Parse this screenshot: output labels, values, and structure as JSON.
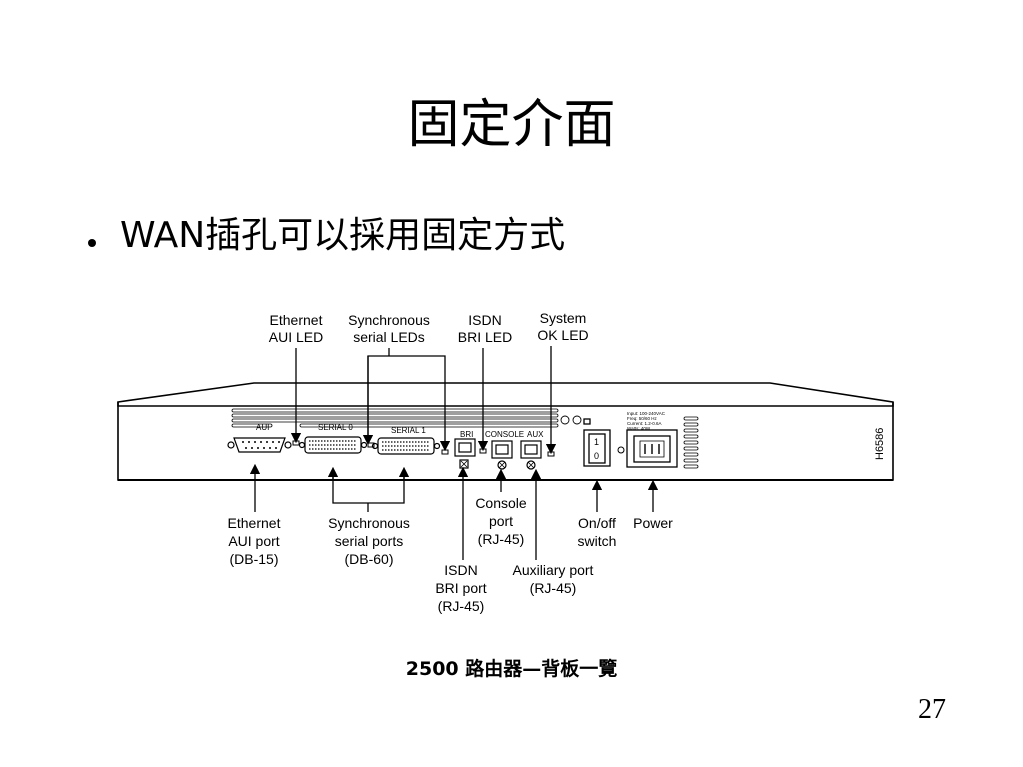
{
  "slide": {
    "title": "固定介面",
    "bullet": "WAN插孔可以採用固定方式",
    "caption": "2500 路由器—背板一覽",
    "page_number": "27"
  },
  "diagram": {
    "callouts_top": {
      "ethernet_aui_led": [
        "Ethernet",
        "AUI LED"
      ],
      "sync_serial_leds": [
        "Synchronous",
        "serial LEDs"
      ],
      "isdn_bri_led": [
        "ISDN",
        "BRI LED"
      ],
      "system_ok_led": [
        "System",
        "OK LED"
      ]
    },
    "callouts_bottom": {
      "ethernet_aui_port": [
        "Ethernet",
        "AUI port",
        "(DB-15)"
      ],
      "sync_serial_ports": [
        "Synchronous",
        "serial ports",
        "(DB-60)"
      ],
      "console_port": [
        "Console",
        "port",
        "(RJ-45)"
      ],
      "isdn_bri_port": [
        "ISDN",
        "BRI port",
        "(RJ-45)"
      ],
      "auxiliary_port": [
        "Auxiliary port",
        "(RJ-45)"
      ],
      "on_off_switch": [
        "On/off",
        "switch"
      ],
      "power": [
        "Power"
      ]
    },
    "panel_labels": {
      "aui": "AUI",
      "serial0": "SERIAL 0",
      "serial1": "SERIAL 1",
      "bri": "BRI",
      "console": "CONSOLE",
      "aux": "AUX",
      "switch_on": "1",
      "switch_off": "0",
      "figure_id": "H6586",
      "power_spec": [
        "Input: 100-240VAC",
        "Freq: 50/60 Hz",
        "Current: 1.2-0.6A",
        "Watts: 40W"
      ]
    }
  }
}
